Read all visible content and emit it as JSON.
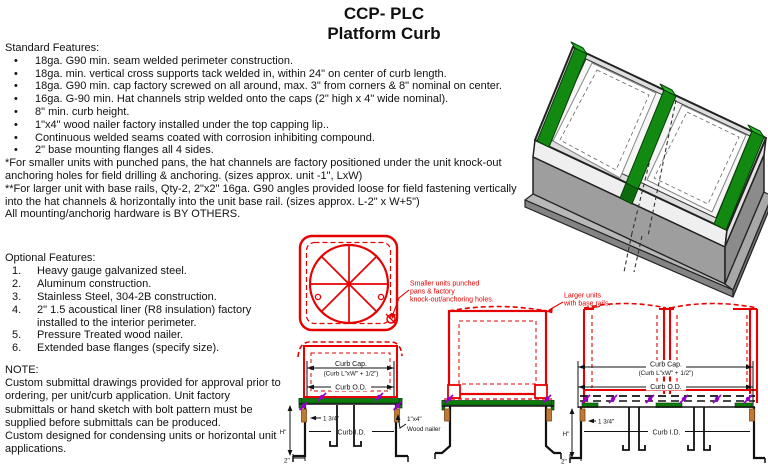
{
  "title": {
    "line1": "CCP- PLC",
    "line2": "Platform Curb"
  },
  "standard_features": {
    "heading": "Standard Features:",
    "items": [
      "18ga. G90 min. seam welded perimeter construction.",
      "18ga. min. vertical cross supports tack welded in, within 24\" on center of curb length.",
      "18ga. G90 min. cap factory screwed on all around, max. 3\" from corners & 8\" nominal on center.",
      "16ga. G-90 min. Hat channels strip welded onto the caps (2\" high x 4\" wide nominal).",
      "8\" min. curb height.",
      "1\"x4\" wood nailer factory installed under the top capping lip..",
      "Continuous welded seams coated with corrosion inhibiting compound.",
      "2\" base mounting flanges all 4 sides."
    ],
    "notes": [
      "*For smaller units with punched pans, the hat channels are factory positioned under the unit knock-out anchoring holes for field drilling & anchoring. (sizes approx. unit -1\", LxW)",
      "**For larger unit  with base rails, Qty-2, 2\"x2\" 16ga. G90 angles provided loose for field fastening vertically into the hat channels & horizontally into the unit base rail. (sizes approx. L-2\" x W+5\")",
      "All mounting/anchorig hardware is BY OTHERS."
    ]
  },
  "optional_features": {
    "heading": "Optional Features:",
    "items": [
      "Heavy gauge galvanized steel.",
      "Aluminum construction.",
      "Stainless Steel, 304-2B construction.",
      "2\" 1.5 acoustical liner (R8 insulation) factory installed to the interior perimeter.",
      "Pressure Treated wood nailer.",
      "Extended base flanges (specify size)."
    ],
    "numbers": [
      "1.",
      "2.",
      "3.",
      "4.",
      "5.",
      "6."
    ],
    "bullet": "•"
  },
  "note": {
    "heading": "NOTE:",
    "paragraphs": [
      "Custom submittal drawings provided for approval prior to ordering, per unit/curb application. Unit factory submittals or hand sketch with bolt pattern must be supplied before submittals can be produced.",
      "Custom designed for condensing units or horizontal unit applications."
    ]
  },
  "annotations": {
    "smaller_units": [
      "Smaller units punched",
      "pans & factory",
      "knock-out/anchoring holes."
    ],
    "larger_units": [
      "Larger units",
      "with base rails."
    ]
  },
  "drawing_labels": {
    "curb_cap": "Curb Cap.",
    "curb_cap_formula": "(Curb L\"xW\" + 1/2\")",
    "curb_od": "Curb O.D.",
    "curb_id": "Curb I.D.",
    "dim_1_3_4": "1 3/4\"",
    "dim_h": "H\"",
    "dim_2": "2\"",
    "wood_nailer_line1": "1\"x4\"",
    "wood_nailer_line2": "Wood nailer"
  },
  "colors": {
    "drawing_red": "#e60000",
    "cap_green": "#0a7d0a",
    "fastener_purple": "#9900cc",
    "nailer_brown": "#bf7a33",
    "body_gray": "#9e9e9e"
  }
}
